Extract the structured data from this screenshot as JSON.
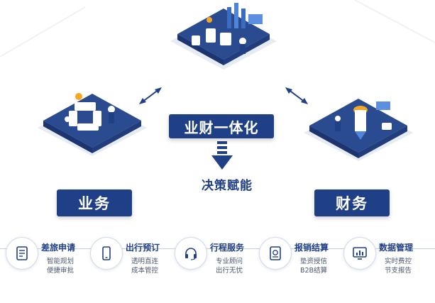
{
  "center": {
    "title": "业财一体化",
    "result": "决策赋能"
  },
  "modules": {
    "business": "业务",
    "finance": "财务"
  },
  "steps": [
    {
      "title": "差旅申请",
      "line1": "智能规划",
      "line2": "便捷审批",
      "icon": "document-icon"
    },
    {
      "title": "出行预订",
      "line1": "透明直连",
      "line2": "成本管控",
      "icon": "phone-icon"
    },
    {
      "title": "行程服务",
      "line1": "专业顾问",
      "line2": "出行无忧",
      "icon": "headset-icon"
    },
    {
      "title": "报销结算",
      "line1": "垫资授信",
      "line2": "B2B结算",
      "icon": "receipt-icon"
    },
    {
      "title": "数据管理",
      "line1": "实时费控",
      "line2": "节支报告",
      "icon": "monitor-chart-icon"
    }
  ],
  "colors": {
    "primary": "#1f3f86",
    "platform": "#2a4b8f",
    "accent": "#f5a623"
  }
}
